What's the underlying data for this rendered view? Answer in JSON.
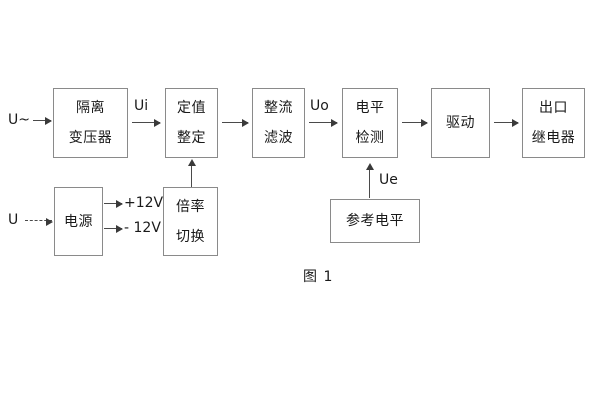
{
  "diagram": {
    "caption": "图 1",
    "blocks": [
      {
        "id": "isolation-transformer",
        "lines": [
          "隔离",
          "变压器"
        ]
      },
      {
        "id": "setting-value",
        "lines": [
          "定值",
          "整定"
        ]
      },
      {
        "id": "rectify-filter",
        "lines": [
          "整流",
          "滤波"
        ]
      },
      {
        "id": "level-detection",
        "lines": [
          "电平",
          "检测"
        ]
      },
      {
        "id": "drive",
        "lines": [
          "驱动"
        ]
      },
      {
        "id": "output-relay",
        "lines": [
          "出口",
          "继电器"
        ]
      },
      {
        "id": "power-supply",
        "lines": [
          "电源"
        ]
      },
      {
        "id": "multiplier-switch",
        "lines": [
          "倍率",
          "切换"
        ]
      },
      {
        "id": "reference-level",
        "lines": [
          "参考电平"
        ]
      }
    ],
    "signal_labels": {
      "ac_input": "U~",
      "dc_input": "U",
      "ui": "Ui",
      "uo": "Uo",
      "ue": "Ue",
      "supply_positive": "+12V",
      "supply_negative": "- 12V"
    },
    "colors": {
      "block_border": "#8a8a8a",
      "connector": "#4a4a4a",
      "text": "#1a1a1a",
      "background": "#ffffff"
    }
  }
}
